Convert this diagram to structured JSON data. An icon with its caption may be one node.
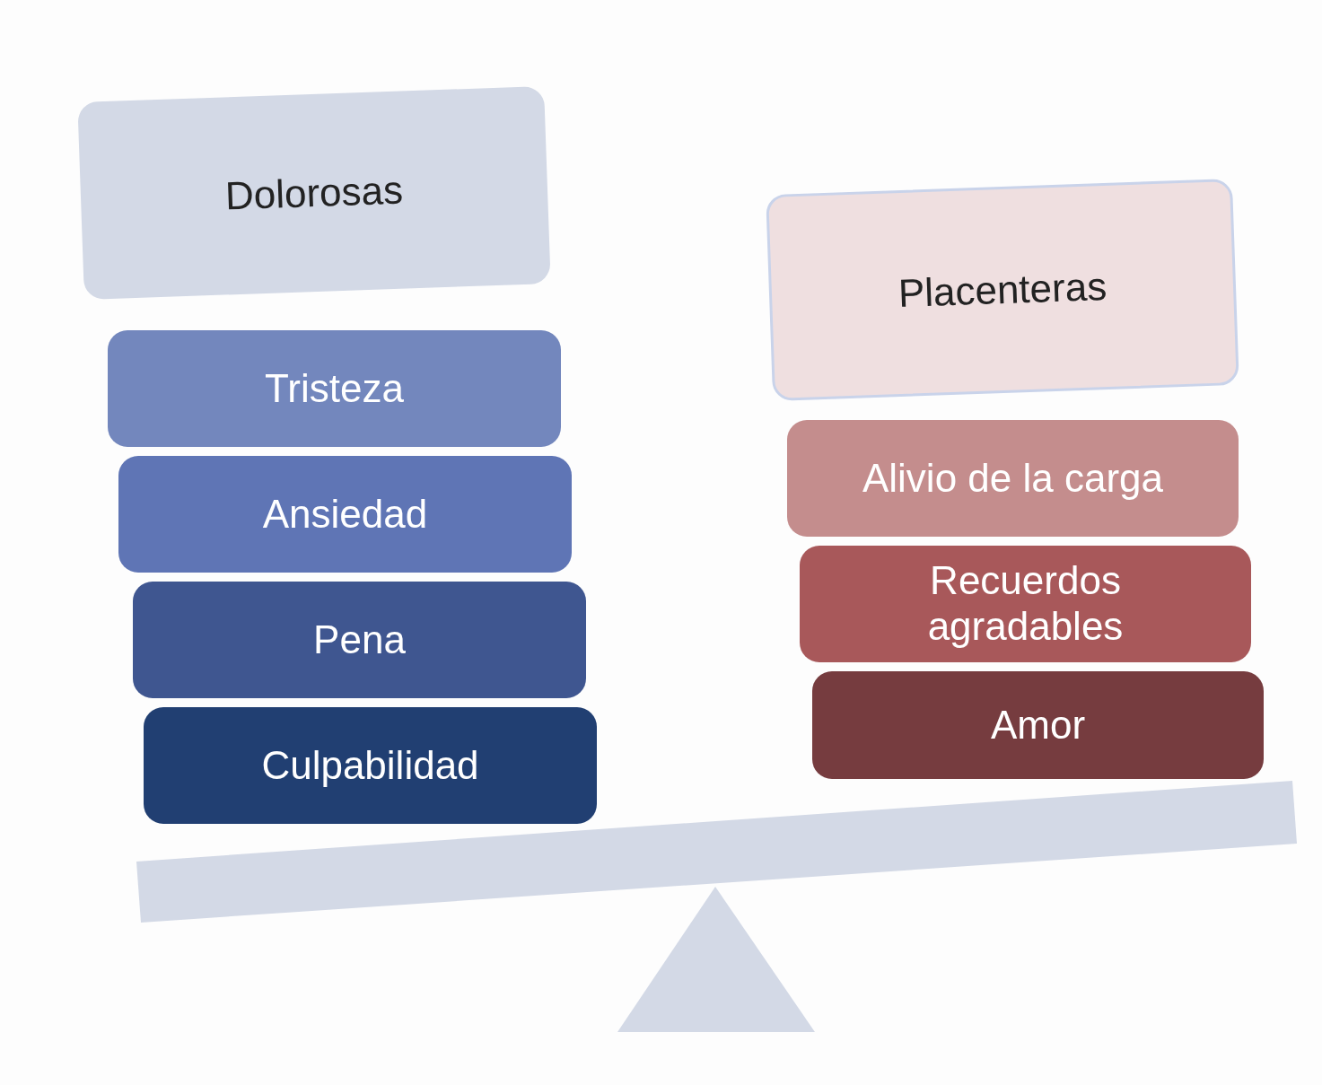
{
  "diagram": {
    "nodes": [
      {
        "text": [
          "Dolorosas"
        ]
      },
      {
        "text": [
          "Tristeza"
        ]
      },
      {
        "text": [
          "Ansiedad"
        ]
      },
      {
        "text": [
          "Pena"
        ]
      },
      {
        "text": [
          "Culpabilidad"
        ]
      },
      {
        "text": [
          "Placenteras"
        ]
      },
      {
        "text": [
          "Alivio de la carga"
        ]
      },
      {
        "text": [
          "Recuerdos agradables"
        ]
      },
      {
        "text": [
          "Amor"
        ]
      }
    ]
  }
}
